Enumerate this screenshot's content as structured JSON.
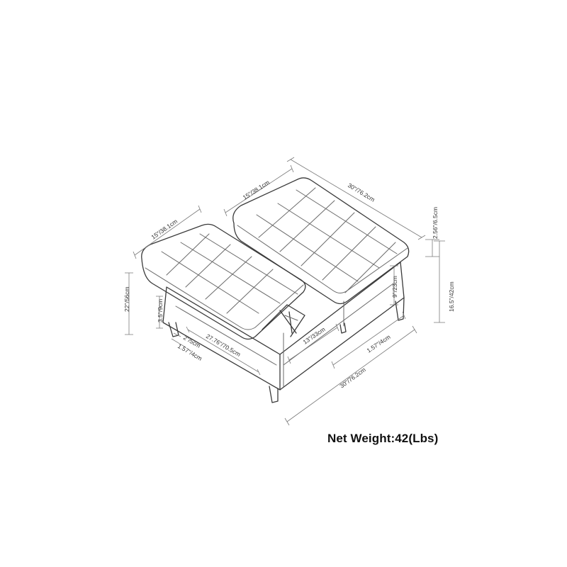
{
  "net_weight": "Net Weight:42(Lbs)",
  "dimensions": {
    "top_width": "30\"/76.2cm",
    "top_cushion_depth": "15\"/38.1cm",
    "left_cushion_depth": "15\"/38.1cm",
    "cushion_thickness": "2.56\"/6.5cm",
    "total_height": "22\"/56cm",
    "base_height": "16.5\"/42cm",
    "shelf_height": "9\"/23cm",
    "lift_height": "3.5\"/9cm",
    "leg_height": "2\"/5cm",
    "leg_width_left": "1.57\"/4cm",
    "lift_width": "27.76\"/70.5cm",
    "compartment_depth": "13\"/33cm",
    "leg_width_right": "1.57\"/4cm",
    "bottom_width": "30\"/76.2cm"
  }
}
